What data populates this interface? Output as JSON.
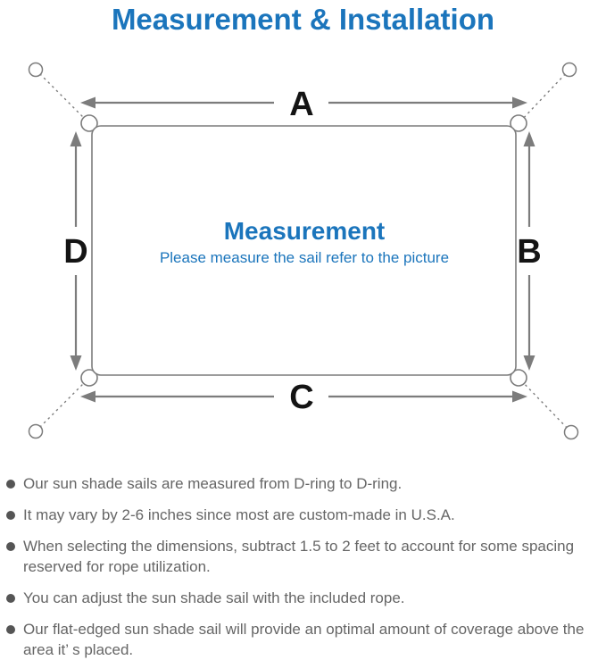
{
  "title": "Measurement & Installation",
  "colors": {
    "accent_blue": "#1b75bc",
    "line_gray": "#7c7c7c",
    "label_black": "#141414",
    "text_gray": "#666666",
    "bullet_gray": "#555555",
    "background": "#ffffff"
  },
  "diagram": {
    "labels": {
      "top": "A",
      "right": "B",
      "bottom": "C",
      "left": "D"
    },
    "center_title": "Measurement",
    "center_subtitle": "Please measure the sail refer to the picture"
  },
  "notes": [
    "Our sun shade sails are measured from D-ring to D-ring.",
    "It may vary by 2-6 inches since most are custom-made in U.S.A.",
    "When selecting the dimensions, subtract 1.5 to 2 feet to account for some spacing reserved for rope utilization.",
    "You can adjust the sun shade sail with the included rope.",
    "Our flat-edged sun shade sail will provide an optimal amount of coverage above the area it’ s placed."
  ]
}
